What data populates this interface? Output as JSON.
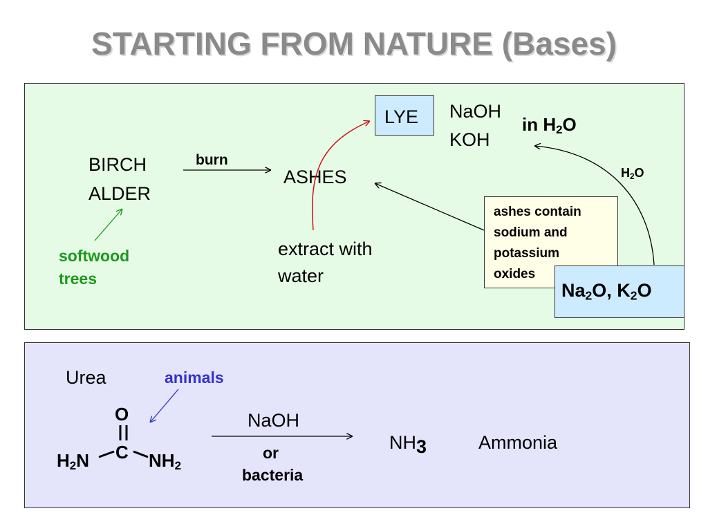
{
  "title": "STARTING FROM NATURE (Bases)",
  "top": {
    "trees": [
      "BIRCH",
      "ALDER"
    ],
    "softwood": [
      "softwood",
      "trees"
    ],
    "burn": "burn",
    "ashes": "ASHES",
    "extract": [
      "extract with",
      "water"
    ],
    "lye": "LYE",
    "bases": [
      "NaOH",
      "KOH"
    ],
    "in_water": {
      "pre": "in H",
      "sub": "2",
      "post": "O"
    },
    "h2o_label": {
      "pre": "H",
      "sub": "2",
      "post": "O"
    },
    "note": [
      "ashes contain",
      "sodium and",
      "potassium",
      "oxides"
    ],
    "oxides": {
      "a": "Na",
      "a_sub": "2",
      "b": "O, K",
      "b_sub": "2",
      "c": "O"
    }
  },
  "bottom": {
    "urea": "Urea",
    "animals": "animals",
    "o_atom": "O",
    "c_atom": "C",
    "h2n": {
      "a": "H",
      "sub": "2",
      "b": "N"
    },
    "nh2": {
      "a": "NH",
      "sub": "2"
    },
    "reagent": "NaOH",
    "or": "or",
    "bacteria": "bacteria",
    "nh3": {
      "a": "NH",
      "sub": "3"
    },
    "ammonia": "Ammonia"
  },
  "colors": {
    "top_panel": "#e6fbe6",
    "bottom_panel": "#e4e4fb",
    "box_fill": "#ccebff",
    "green": "#1a9a1a",
    "blue": "#3333cc",
    "red": "#cc1111"
  }
}
